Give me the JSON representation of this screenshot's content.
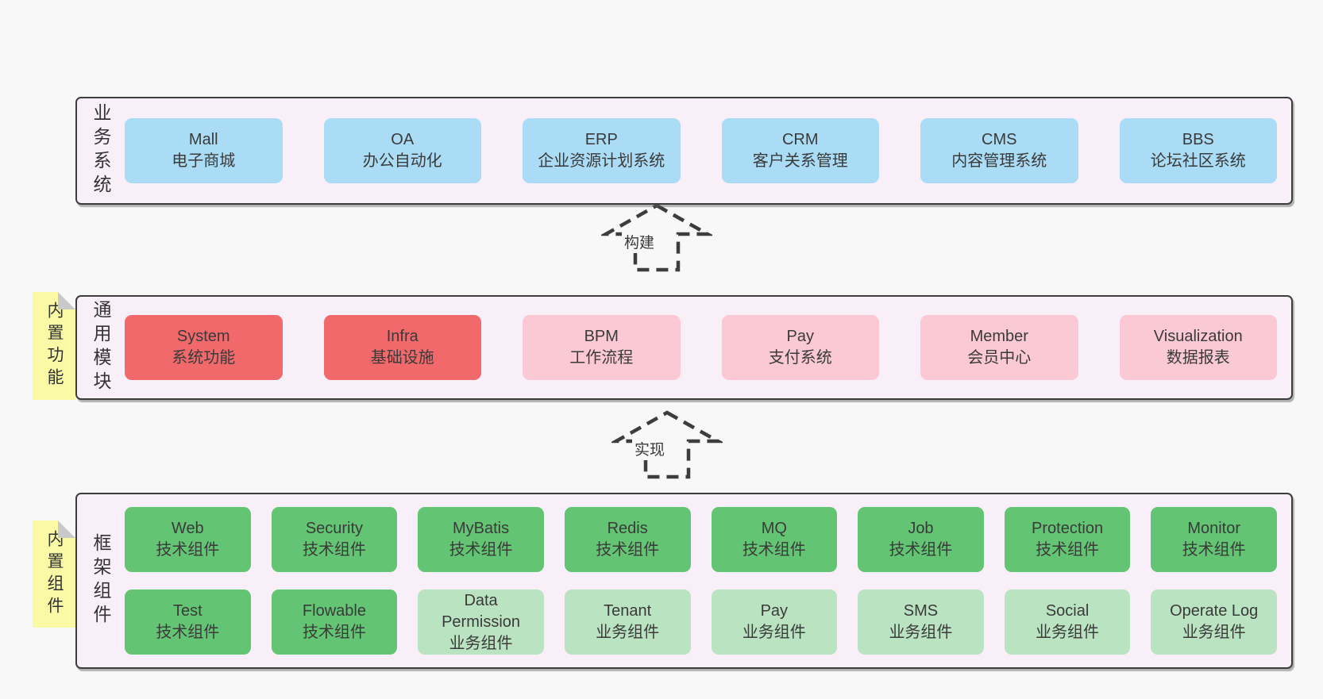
{
  "diagram_title": "framework-architecture-diagram",
  "colors": {
    "page_bg": "#f8f8f8",
    "panel_bg": "#f9eff8",
    "panel_border": "#3d3d3d",
    "box_blue": "#aadcf6",
    "box_red": "#f2696c",
    "box_pink": "#fbc9d3",
    "box_green": "#63c573",
    "box_light_green": "#bae4c1",
    "note_yellow": "#fafaa6",
    "note_fold_gray": "#c9c9c9",
    "text": "#3a3a3a"
  },
  "arrows": {
    "build": "构建",
    "implement": "实现"
  },
  "sections": {
    "business": {
      "label": "业务系统",
      "boxes": [
        {
          "en": "Mall",
          "zh": "电子商城"
        },
        {
          "en": "OA",
          "zh": "办公自动化"
        },
        {
          "en": "ERP",
          "zh": "企业资源计划系统"
        },
        {
          "en": "CRM",
          "zh": "客户关系管理"
        },
        {
          "en": "CMS",
          "zh": "内容管理系统"
        },
        {
          "en": "BBS",
          "zh": "论坛社区系统"
        }
      ]
    },
    "modules": {
      "label": "通用模块",
      "note": "内置功能",
      "boxes": [
        {
          "en": "System",
          "zh": "系统功能"
        },
        {
          "en": "Infra",
          "zh": "基础设施"
        },
        {
          "en": "BPM",
          "zh": "工作流程"
        },
        {
          "en": "Pay",
          "zh": "支付系统"
        },
        {
          "en": "Member",
          "zh": "会员中心"
        },
        {
          "en": "Visualization",
          "zh": "数据报表"
        }
      ]
    },
    "framework": {
      "label": "框架组件",
      "note": "内置组件",
      "row1": [
        {
          "en": "Web",
          "zh": "技术组件"
        },
        {
          "en": "Security",
          "zh": "技术组件"
        },
        {
          "en": "MyBatis",
          "zh": "技术组件"
        },
        {
          "en": "Redis",
          "zh": "技术组件"
        },
        {
          "en": "MQ",
          "zh": "技术组件"
        },
        {
          "en": "Job",
          "zh": "技术组件"
        },
        {
          "en": "Protection",
          "zh": "技术组件"
        },
        {
          "en": "Monitor",
          "zh": "技术组件"
        }
      ],
      "row2": [
        {
          "en": "Test",
          "zh": "技术组件"
        },
        {
          "en": "Flowable",
          "zh": "技术组件"
        },
        {
          "en": "Data Permission",
          "zh": "业务组件"
        },
        {
          "en": "Tenant",
          "zh": "业务组件"
        },
        {
          "en": "Pay",
          "zh": "业务组件"
        },
        {
          "en": "SMS",
          "zh": "业务组件"
        },
        {
          "en": "Social",
          "zh": "业务组件"
        },
        {
          "en": "Operate Log",
          "zh": "业务组件"
        }
      ]
    }
  }
}
